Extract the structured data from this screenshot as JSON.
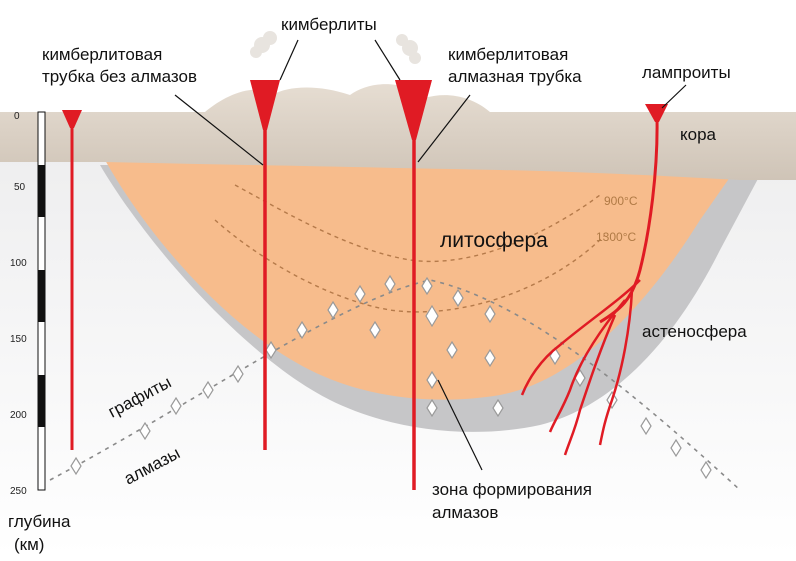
{
  "labels": {
    "kimberlites": "кимберлиты",
    "pipe_no_diamonds_line1": "кимберлитовая",
    "pipe_no_diamonds_line2": "трубка без алмазов",
    "pipe_diamond_line1": "кимберлитовая",
    "pipe_diamond_line2": "алмазная трубка",
    "lamproites": "лампроиты",
    "crust": "кора",
    "lithosphere": "литосфера",
    "asthenosphere": "астеносфера",
    "graphites": "графиты",
    "diamonds": "алмазы",
    "formation_zone_line1": "зона формирования",
    "formation_zone_line2": "алмазов",
    "depth_line1": "глубина",
    "depth_line2": "(км)"
  },
  "temperatures": [
    "900°C",
    "1300°C"
  ],
  "depth_ticks": [
    "0",
    "50",
    "100",
    "150",
    "200",
    "250"
  ],
  "colors": {
    "crust": "#d9cfc2",
    "lithosphere": "#f7bc8c",
    "keel": "#c7c7c9",
    "magma": "#e01b24",
    "isotherm": "#b57a4a",
    "graphite_diamond_line": "#8a8a8a"
  }
}
